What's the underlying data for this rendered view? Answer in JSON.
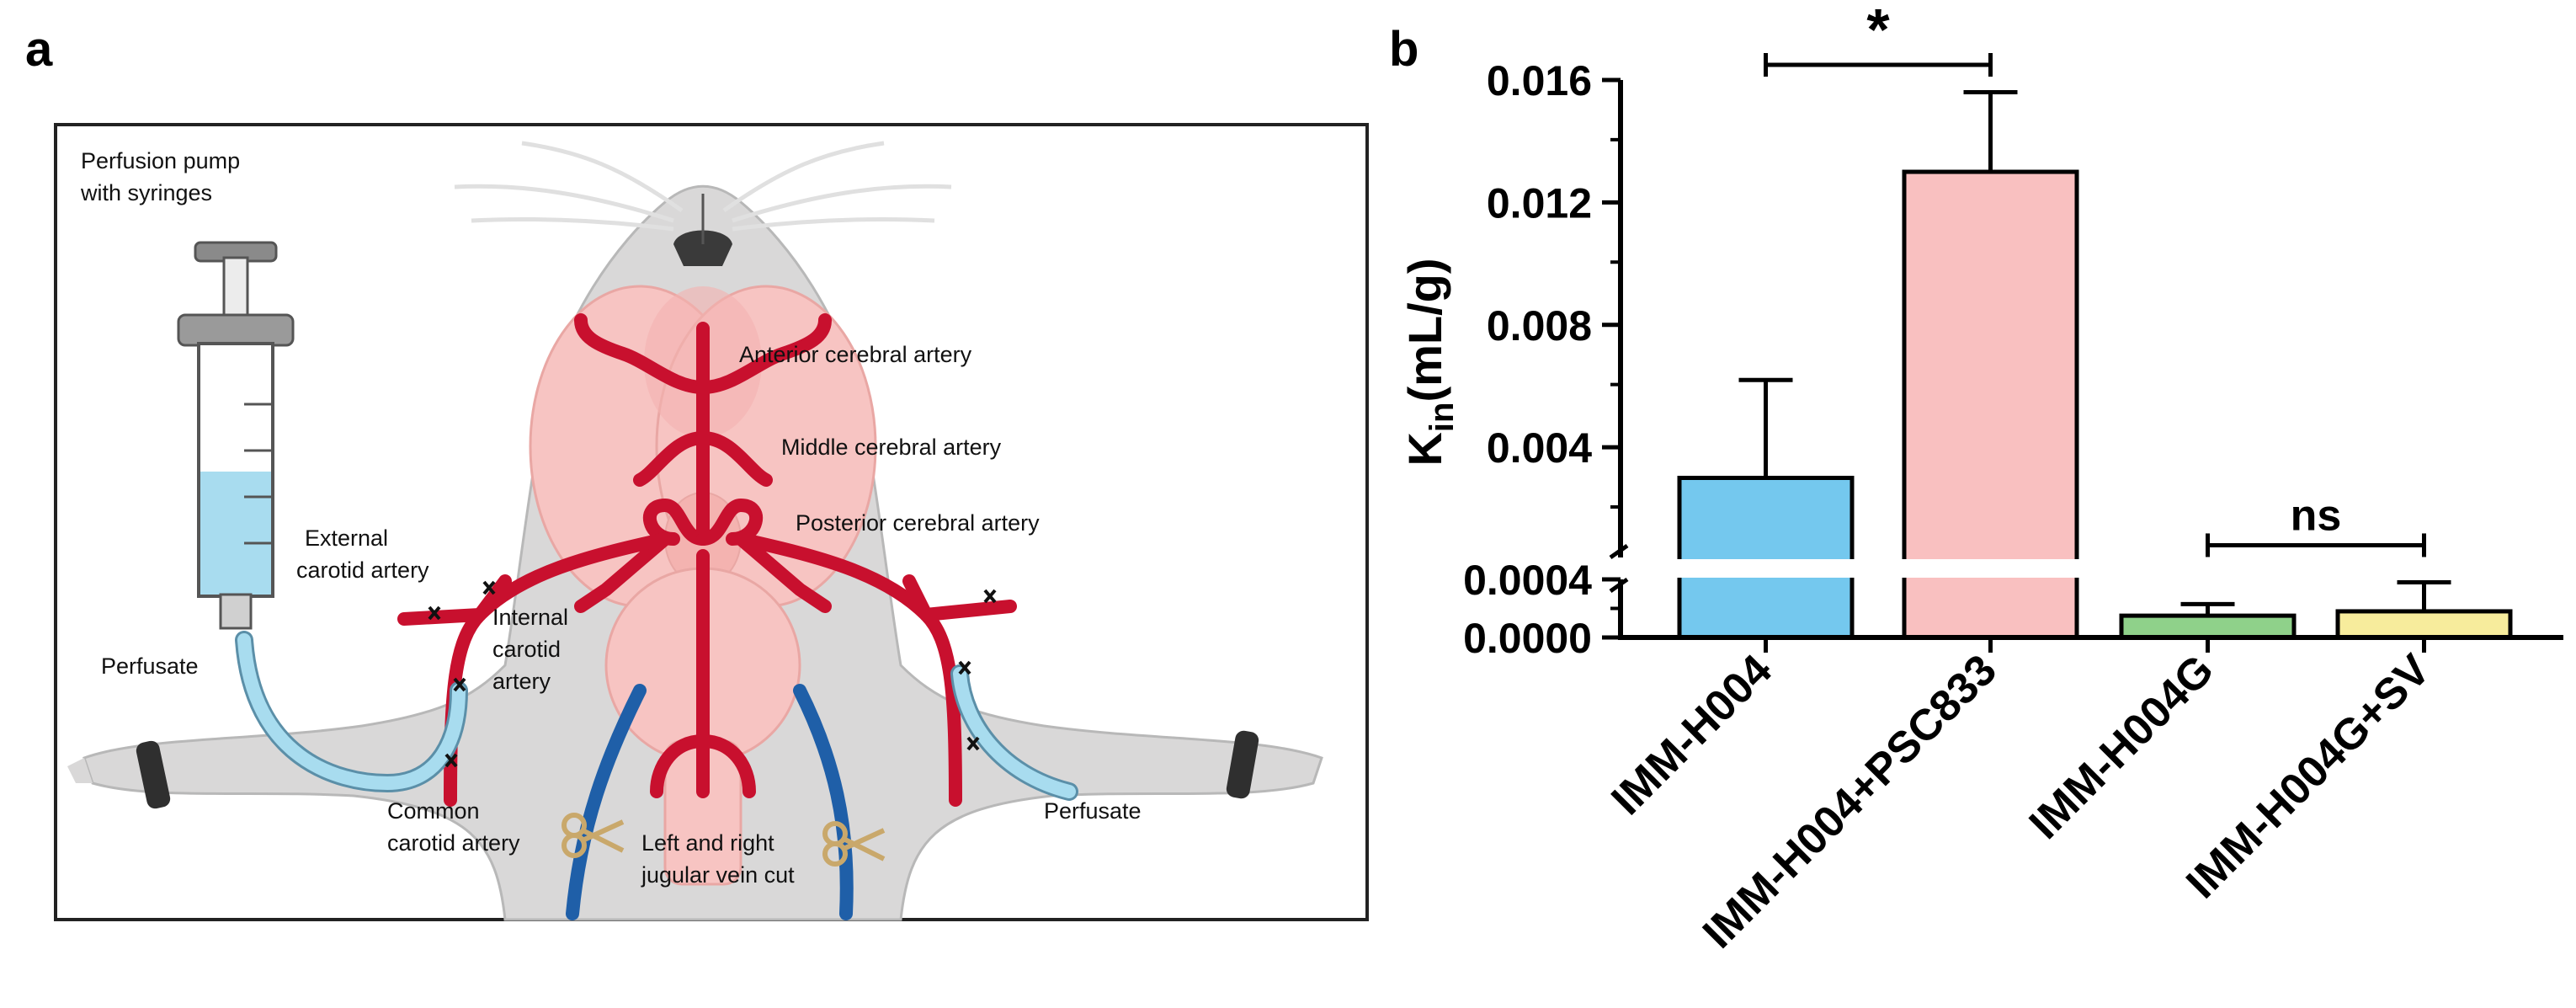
{
  "panels": {
    "a": "a",
    "b": "b"
  },
  "diagram": {
    "pump_line1": "Perfusion pump",
    "pump_line2": "with syringes",
    "anterior": "Anterior cerebral artery",
    "middle": "Middle cerebral artery",
    "posterior": "Posterior cerebral artery",
    "external1": "External",
    "external2": "carotid artery",
    "internal1": "Internal",
    "internal2": "carotid",
    "internal3": "artery",
    "perfusate_left": "Perfusate",
    "perfusate_right": "Perfusate",
    "common1": "Common",
    "common2": "carotid artery",
    "jugular1": "Left and right",
    "jugular2": "jugular vein cut"
  },
  "colors": {
    "artery": "#c8102e",
    "vein": "#1f5fa8",
    "brain": "#f7c4c2",
    "mouse": "#d9d8d8",
    "fluid": "#a8dcef",
    "bar_1": "#74c8ee",
    "bar_2": "#f9c0c0",
    "bar_3": "#8fd18a",
    "bar_4": "#f7ec9c"
  },
  "chart_data": {
    "type": "bar",
    "title": "",
    "ylabel_main": "K",
    "ylabel_sub": "in",
    "ylabel_unit": "(mL/g)",
    "xlabel": "",
    "axis_break": true,
    "ylim_lower": [
      0,
      0.0004
    ],
    "ylim_upper": [
      0.0004,
      0.016
    ],
    "upper_ticks": [
      "0.016",
      "0.012",
      "0.008",
      "0.004"
    ],
    "lower_ticks": [
      "0.0004",
      "0.0000"
    ],
    "categories": [
      "IMM-H004",
      "IMM-H004+PSC833",
      "IMM-H004G",
      "IMM-H004G+SV"
    ],
    "values": [
      0.003,
      0.013,
      0.00015,
      0.00018
    ],
    "errors": [
      0.0032,
      0.0026,
      8e-05,
      0.0002
    ],
    "annotations": [
      {
        "label": "*",
        "from": 0,
        "to": 1
      },
      {
        "label": "ns",
        "from": 2,
        "to": 3
      }
    ]
  }
}
